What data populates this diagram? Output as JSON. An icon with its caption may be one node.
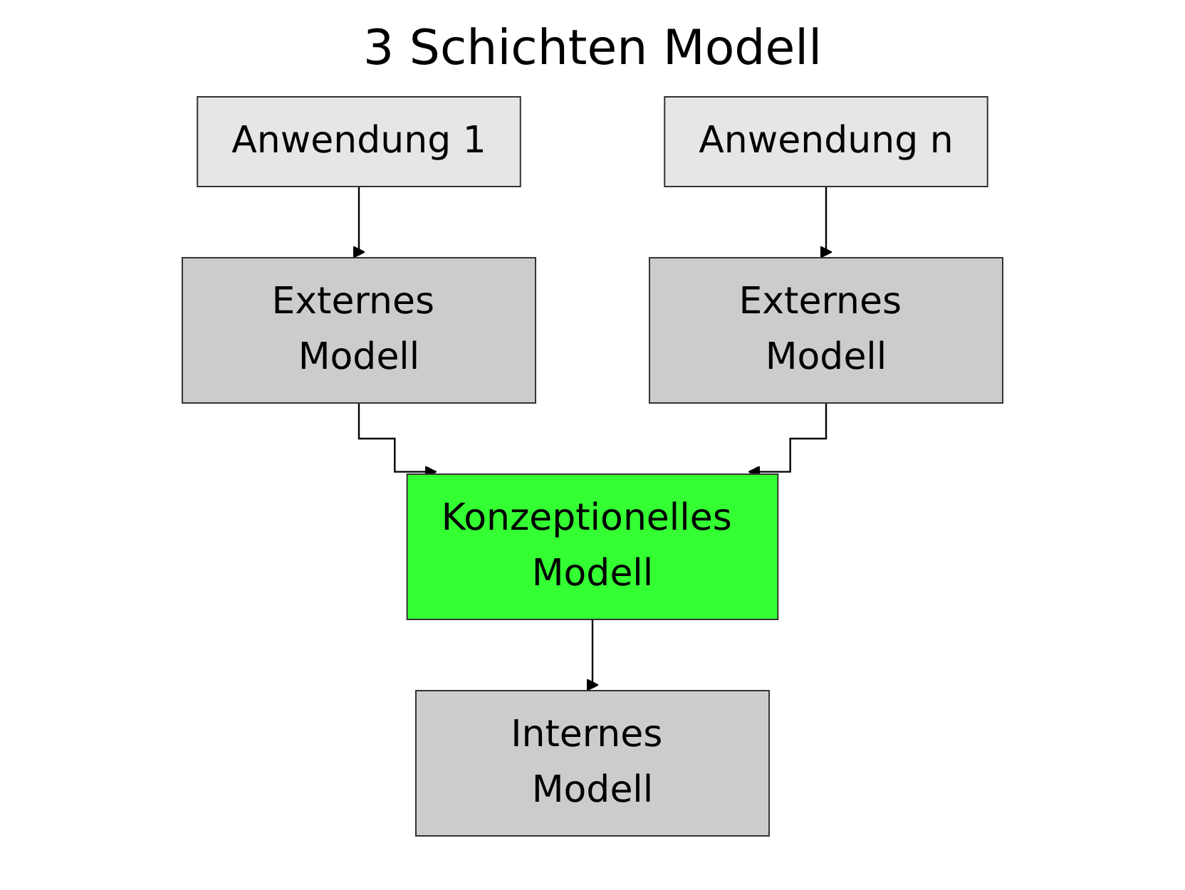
{
  "diagram": {
    "title": "3 Schichten Modell",
    "nodes": [
      {
        "text": [
          "Anwendung 1"
        ]
      },
      {
        "text": [
          "Anwendung n"
        ]
      },
      {
        "text": [
          "Externes Modell"
        ]
      },
      {
        "text": [
          "Externes Modell"
        ]
      },
      {
        "text": [
          "Konzeptionelles Modell"
        ]
      },
      {
        "text": [
          "Internes Modell"
        ]
      }
    ],
    "edges": [
      {
        "from": 0,
        "to": 2,
        "arrow": "to"
      },
      {
        "from": 1,
        "to": 3,
        "arrow": "to"
      },
      {
        "from": 2,
        "to": 4,
        "arrow": "to"
      },
      {
        "from": 3,
        "to": 4,
        "arrow": "to"
      },
      {
        "from": 4,
        "to": 5,
        "arrow": "to"
      }
    ]
  }
}
